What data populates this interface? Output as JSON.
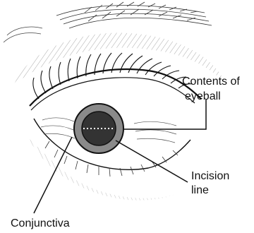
{
  "diagram": {
    "labels": {
      "contents_line1": "Contents of",
      "contents_line2": "eyeball",
      "incision_line1": "Incision",
      "incision_line2": "line",
      "conjunctiva": "Conjunctiva"
    },
    "colors": {
      "ink": "#111111",
      "iris_ring": "#8a8a8a",
      "pupil": "#333333",
      "incision": "#ffffff",
      "background": "#ffffff"
    }
  }
}
